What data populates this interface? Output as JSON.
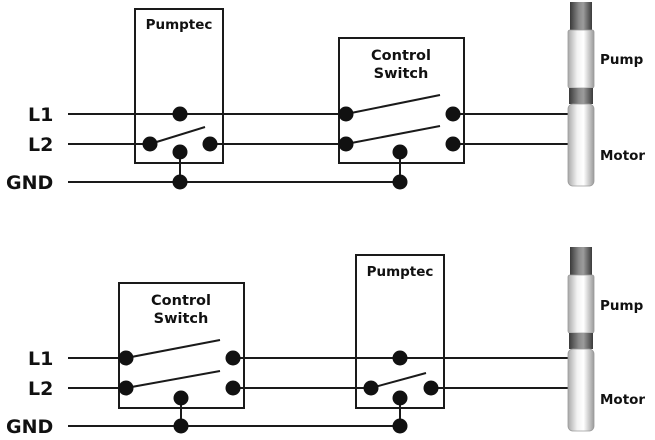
{
  "top": {
    "lines": {
      "l1": "L1",
      "l2": "L2",
      "gnd": "GND"
    },
    "pumptec": "Pumptec",
    "control_switch": [
      "Control",
      "Switch"
    ],
    "pump": "Pump",
    "motor": "Motor"
  },
  "bottom": {
    "lines": {
      "l1": "L1",
      "l2": "L2",
      "gnd": "GND"
    },
    "pumptec": "Pumptec",
    "control_switch": [
      "Control",
      "Switch"
    ],
    "pump": "Pump",
    "motor": "Motor"
  }
}
